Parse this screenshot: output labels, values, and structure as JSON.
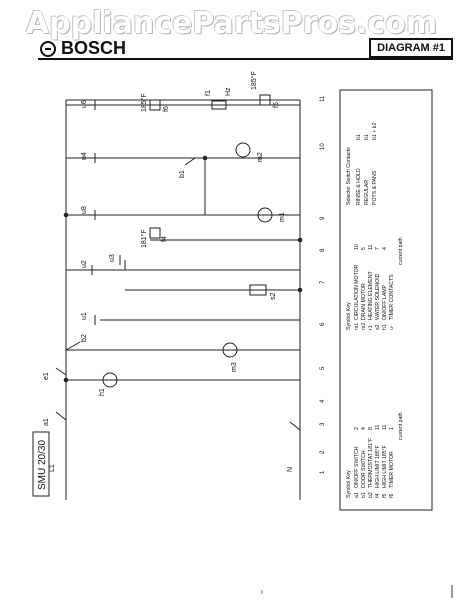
{
  "watermark": "AppliancePartsPros.com",
  "header": {
    "brand": "BOSCH",
    "diagram_label": "DIAGRAM #1"
  },
  "model": "SMU 20/30",
  "terminals": {
    "l1": "L1",
    "n": "N"
  },
  "labels": {
    "a1": "a1",
    "e1": "e1",
    "h1": "h1",
    "m3": "m3",
    "b2": "b2",
    "u1": "u1",
    "u2": "u2",
    "u3": "u3",
    "s2": "s2",
    "f4": "f4",
    "f4_temp": "181°F",
    "m1": "m1",
    "u8": "u8",
    "b1": "b1",
    "u4": "u4",
    "m2": "m2",
    "u6": "u6",
    "f6": "f6",
    "f6_temp": "185°F",
    "f1": "f1",
    "hz": "Hz",
    "f5": "f5",
    "f5_temp": "185°F"
  },
  "current_path_numbers": [
    "1",
    "2",
    "3",
    "4",
    "5",
    "6",
    "7",
    "8",
    "9",
    "10",
    "11"
  ],
  "symbol_key_1": {
    "title": "Symbol Key",
    "rows": [
      {
        "code": "a1",
        "name": "ON/OFF SWITCH",
        "path": "2"
      },
      {
        "code": "b1",
        "name": "DOOR SWITCH",
        "path": "4"
      },
      {
        "code": "b2",
        "name": "THERMOSTAT 181°F",
        "path": "8"
      },
      {
        "code": "f4",
        "name": "HIGH LIMIT 185°F",
        "path": "11"
      },
      {
        "code": "f5",
        "name": "HIGH LIMIT 185°F",
        "path": "11"
      },
      {
        "code": "f6",
        "name": "TIMER MOTOR",
        "path": "1"
      }
    ],
    "footer": "current path"
  },
  "symbol_key_2": {
    "title": "Symbol Key",
    "rows": [
      {
        "code": "m1",
        "name": "CIRCULATION MOTOR",
        "path": "10"
      },
      {
        "code": "m2",
        "name": "DRAIN MOTOR",
        "path": "5"
      },
      {
        "code": "r1",
        "name": "HEATING ELEMENT",
        "path": "11"
      },
      {
        "code": "s2",
        "name": "WATER SOLENOID",
        "path": "7"
      },
      {
        "code": "h1",
        "name": "ON/OFF LAMP",
        "path": "4"
      },
      {
        "code": "u-",
        "name": "TIMER CONTACTS",
        "path": ""
      }
    ],
    "footer": "current path"
  },
  "selector_key": {
    "title": "Selector Switch Contacts",
    "rows": [
      {
        "mode": "RINSE & HOLD",
        "contacts": "b1"
      },
      {
        "mode": "REGULAR",
        "contacts": "b1"
      },
      {
        "mode": "POTS & PANS",
        "contacts": "b1 + b2"
      }
    ]
  }
}
